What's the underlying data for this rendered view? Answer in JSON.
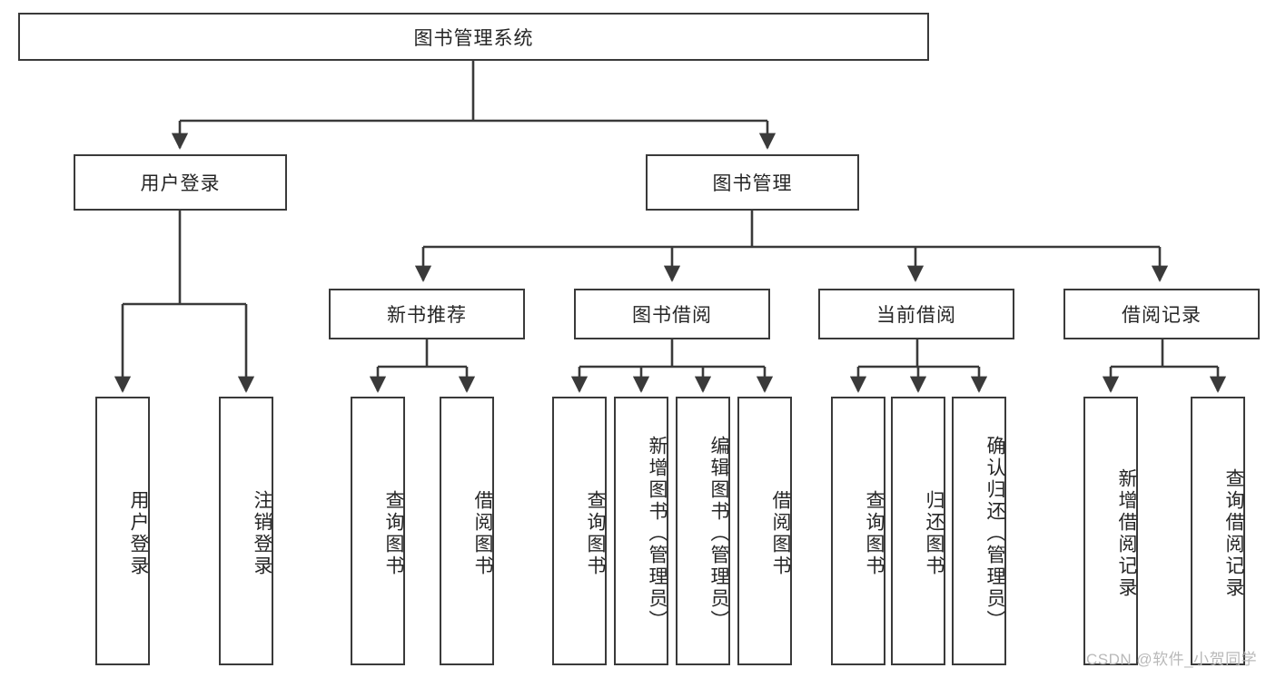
{
  "diagram": {
    "type": "tree",
    "orientation": "top-down",
    "root": {
      "id": "root",
      "label": "图书管理系统"
    },
    "level2": [
      {
        "id": "user-login",
        "label": "用户登录"
      },
      {
        "id": "book-manage",
        "label": "图书管理"
      }
    ],
    "level3": [
      {
        "id": "new-book-rec",
        "label": "新书推荐",
        "parent": "book-manage"
      },
      {
        "id": "book-borrow",
        "label": "图书借阅",
        "parent": "book-manage"
      },
      {
        "id": "current-borrow",
        "label": "当前借阅",
        "parent": "book-manage"
      },
      {
        "id": "borrow-record",
        "label": "借阅记录",
        "parent": "book-manage"
      }
    ],
    "leaves": [
      {
        "id": "leaf-user-login",
        "label": "用户登录",
        "parent": "user-login"
      },
      {
        "id": "leaf-logout",
        "label": "注销登录",
        "parent": "user-login"
      },
      {
        "id": "leaf-query-book-1",
        "label": "查询图书",
        "parent": "new-book-rec"
      },
      {
        "id": "leaf-borrow-book-1",
        "label": "借阅图书",
        "parent": "new-book-rec"
      },
      {
        "id": "leaf-query-book-2",
        "label": "查询图书",
        "parent": "book-borrow"
      },
      {
        "id": "leaf-add-book",
        "label": "新增图书（管理员）",
        "parent": "book-borrow"
      },
      {
        "id": "leaf-edit-book",
        "label": "编辑图书（管理员）",
        "parent": "book-borrow"
      },
      {
        "id": "leaf-borrow-book-2",
        "label": "借阅图书",
        "parent": "book-borrow"
      },
      {
        "id": "leaf-query-book-3",
        "label": "查询图书",
        "parent": "current-borrow"
      },
      {
        "id": "leaf-return-book",
        "label": "归还图书",
        "parent": "current-borrow"
      },
      {
        "id": "leaf-confirm-return",
        "label": "确认归还（管理员）",
        "parent": "current-borrow"
      },
      {
        "id": "leaf-add-record",
        "label": "新增借阅记录",
        "parent": "borrow-record"
      },
      {
        "id": "leaf-query-record",
        "label": "查询借阅记录",
        "parent": "borrow-record"
      }
    ]
  },
  "watermark": {
    "text": "CSDN @软件_小贺同学"
  },
  "colors": {
    "stroke": "#3a3a3a",
    "text": "#262626",
    "background": "#ffffff",
    "watermark": "#b9b9b9"
  }
}
